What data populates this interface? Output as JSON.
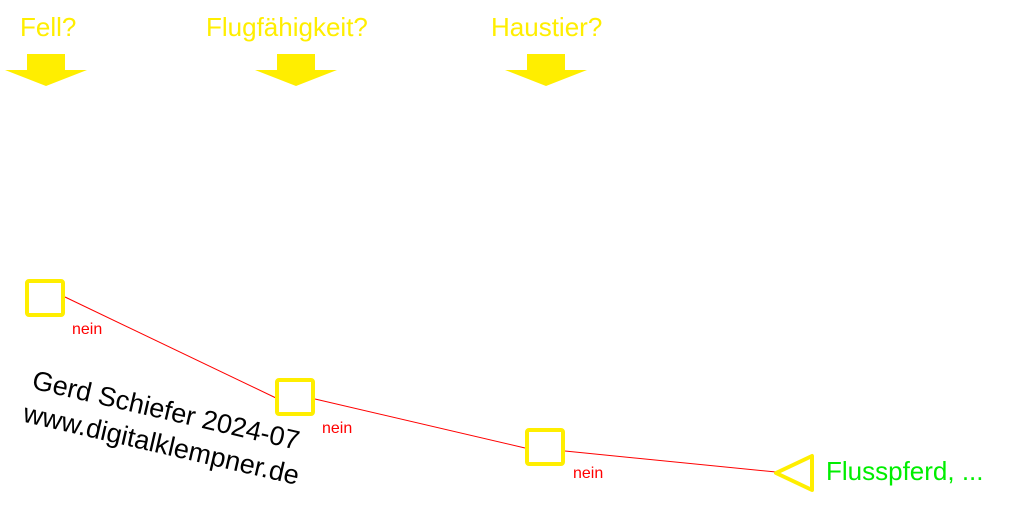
{
  "colors": {
    "question": "#ffee00",
    "node": "#ffee00",
    "edge": "#ff0000",
    "leaf_text": "#00ee00",
    "credit": "#000000"
  },
  "questions": [
    {
      "label": "Fell?",
      "icon": "down-arrow"
    },
    {
      "label": "Flugfähigkeit?",
      "icon": "down-arrow"
    },
    {
      "label": "Haustier?",
      "icon": "down-arrow"
    }
  ],
  "path": {
    "edges": [
      {
        "label": "nein"
      },
      {
        "label": "nein"
      },
      {
        "label": "nein"
      }
    ],
    "leaf": {
      "label": "Flusspferd, ..."
    }
  },
  "credit": {
    "line1": "Gerd Schiefer 2024-07",
    "line2": "www.digitalklempner.de"
  }
}
